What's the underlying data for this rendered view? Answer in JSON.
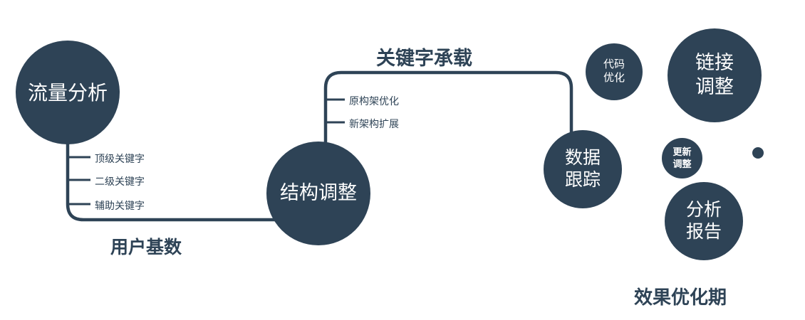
{
  "theme": {
    "node_color": "#2e4356",
    "line_color": "#2e4356",
    "node_text_color": "#ffffff",
    "label_text_color": "#2e4356"
  },
  "nodes": {
    "traffic_analysis": {
      "label": "流量分析"
    },
    "structure_adjustment": {
      "label": "结构调整"
    },
    "data_tracking": {
      "label": "数据\n跟踪"
    },
    "code_optimization": {
      "label": "代码\n优化"
    },
    "link_adjustment": {
      "label": "链接\n调整"
    },
    "update_adjustment": {
      "label": "更新\n调整"
    },
    "analysis_report": {
      "label": "分析\n报告"
    }
  },
  "branches": {
    "traffic_keywords": [
      "顶级关键字",
      "二级关键字",
      "辅助关键字"
    ],
    "structure_items": [
      "原构架优化",
      "新架构扩展"
    ]
  },
  "edge_labels": {
    "user_base": "用户基数",
    "keyword_carrying": "关键字承载"
  },
  "caption": "效果优化期"
}
